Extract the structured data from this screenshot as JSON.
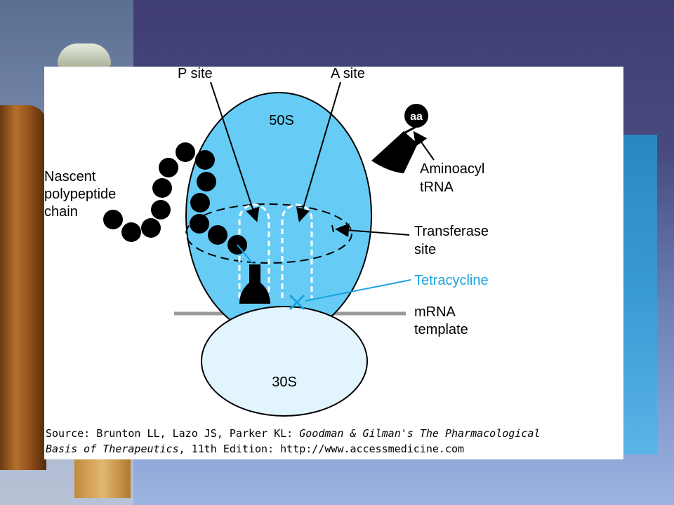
{
  "diagram": {
    "labels": {
      "p_site": "P site",
      "a_site": "A site",
      "large_subunit": "50S",
      "small_subunit": "30S",
      "aa": "aa",
      "aminoacyl_line1": "Aminoacyl",
      "aminoacyl_line2": "tRNA",
      "nascent_line1": "Nascent",
      "nascent_line2": "polypeptide",
      "nascent_line3": "chain",
      "transferase_line1": "Transferase",
      "transferase_line2": "site",
      "tetracycline": "Tetracycline",
      "mrna_line1": "mRNA",
      "mrna_line2": "template"
    },
    "colors": {
      "large_subunit": "#66ccf5",
      "small_subunit": "#e2f4fd",
      "tetracycline": "#1aa3e0",
      "ink": "#000000"
    }
  },
  "caption": {
    "prefix": "Source: Brunton LL, Lazo JS, Parker KL: ",
    "book_title_1": "Goodman & Gilman's The Pharmacological",
    "book_title_2": "Basis of Therapeutics",
    "suffix": ", 11th Edition: http://www.accessmedicine.com"
  }
}
